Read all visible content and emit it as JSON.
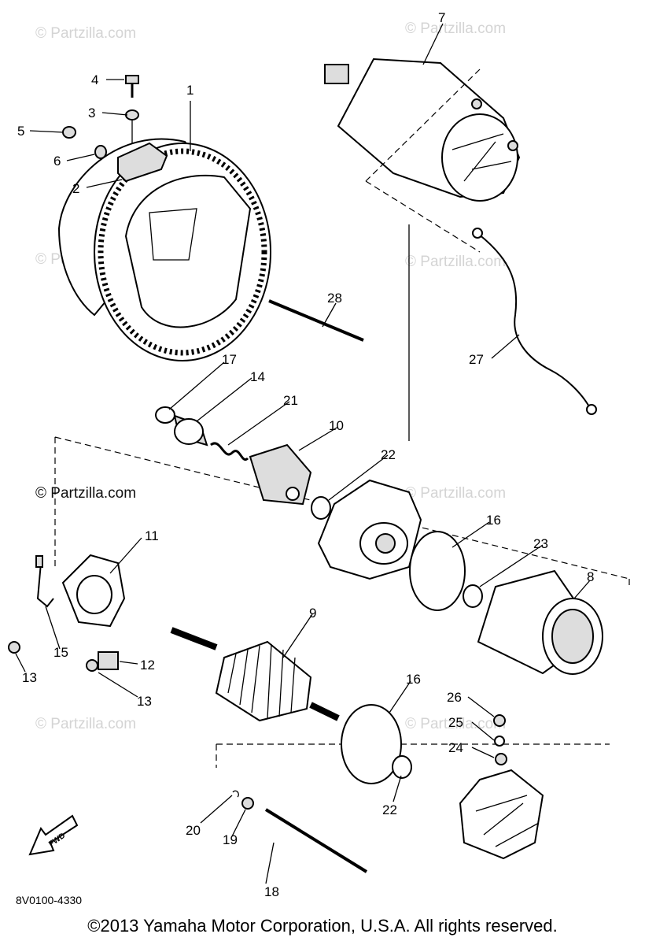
{
  "watermarks": {
    "brand": "Partzilla.com",
    "faint": "© Partzilla.com",
    "prominent": "© Partzilla.com"
  },
  "callouts": [
    "1",
    "2",
    "3",
    "4",
    "5",
    "6",
    "7",
    "8",
    "9",
    "10",
    "11",
    "12",
    "13",
    "13",
    "14",
    "15",
    "16",
    "16",
    "17",
    "18",
    "19",
    "20",
    "21",
    "22",
    "22",
    "23",
    "24",
    "25",
    "26",
    "27",
    "28"
  ],
  "diagram_code": "8V0100-4330",
  "fwd_label": "FWD",
  "copyright": "©2013 Yamaha Motor Corporation, U.S.A. All rights reserved."
}
